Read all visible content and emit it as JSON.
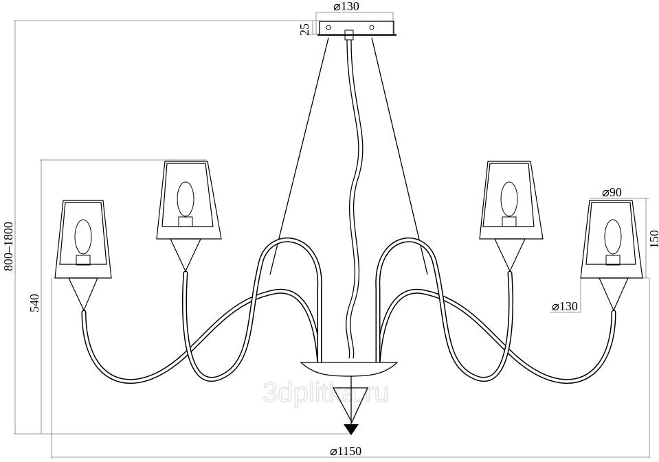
{
  "dimensions": {
    "canopy_diameter": "⌀130",
    "canopy_height": "25",
    "total_height": "800–1800",
    "body_height": "540",
    "shade_top_diameter": "⌀90",
    "shade_height": "150",
    "shade_bottom_diameter": "⌀130",
    "overall_diameter": "⌀1150"
  },
  "watermark": "3dplitka.ru"
}
